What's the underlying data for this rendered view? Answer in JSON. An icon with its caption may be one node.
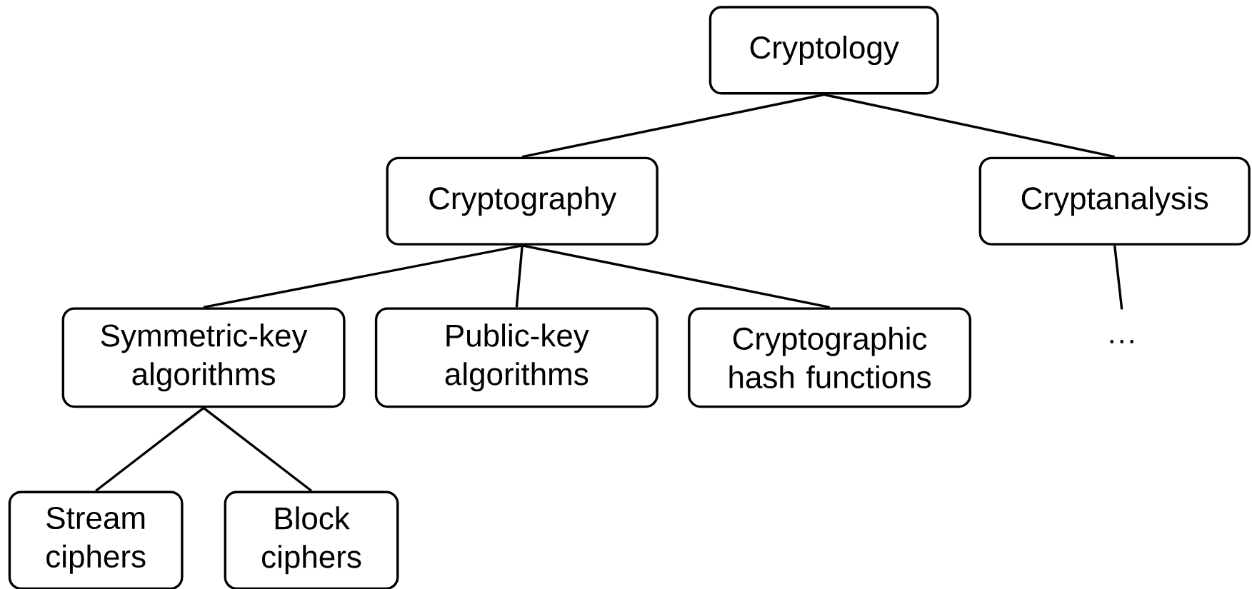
{
  "diagram": {
    "nodes": [
      {
        "text": [
          "Cryptology"
        ]
      },
      {
        "text": [
          "Cryptography"
        ]
      },
      {
        "text": [
          "Cryptanalysis"
        ]
      },
      {
        "text": [
          "Symmetric-key algorithms"
        ]
      },
      {
        "text": [
          "Public-key algorithms"
        ]
      },
      {
        "text": [
          "Cryptographic hash functions"
        ]
      },
      {
        "text": [
          "…"
        ]
      },
      {
        "text": [
          "Stream ciphers"
        ]
      },
      {
        "text": [
          "Block ciphers"
        ]
      }
    ],
    "edges": [
      {
        "from": 0,
        "to": 1,
        "arrow": "none"
      },
      {
        "from": 0,
        "to": 2,
        "arrow": "none"
      },
      {
        "from": 1,
        "to": 3,
        "arrow": "none"
      },
      {
        "from": 1,
        "to": 4,
        "arrow": "none"
      },
      {
        "from": 1,
        "to": 5,
        "arrow": "none"
      },
      {
        "from": 2,
        "to": 6,
        "arrow": "none"
      },
      {
        "from": 3,
        "to": 7,
        "arrow": "none"
      },
      {
        "from": 3,
        "to": 8,
        "arrow": "none"
      }
    ]
  }
}
